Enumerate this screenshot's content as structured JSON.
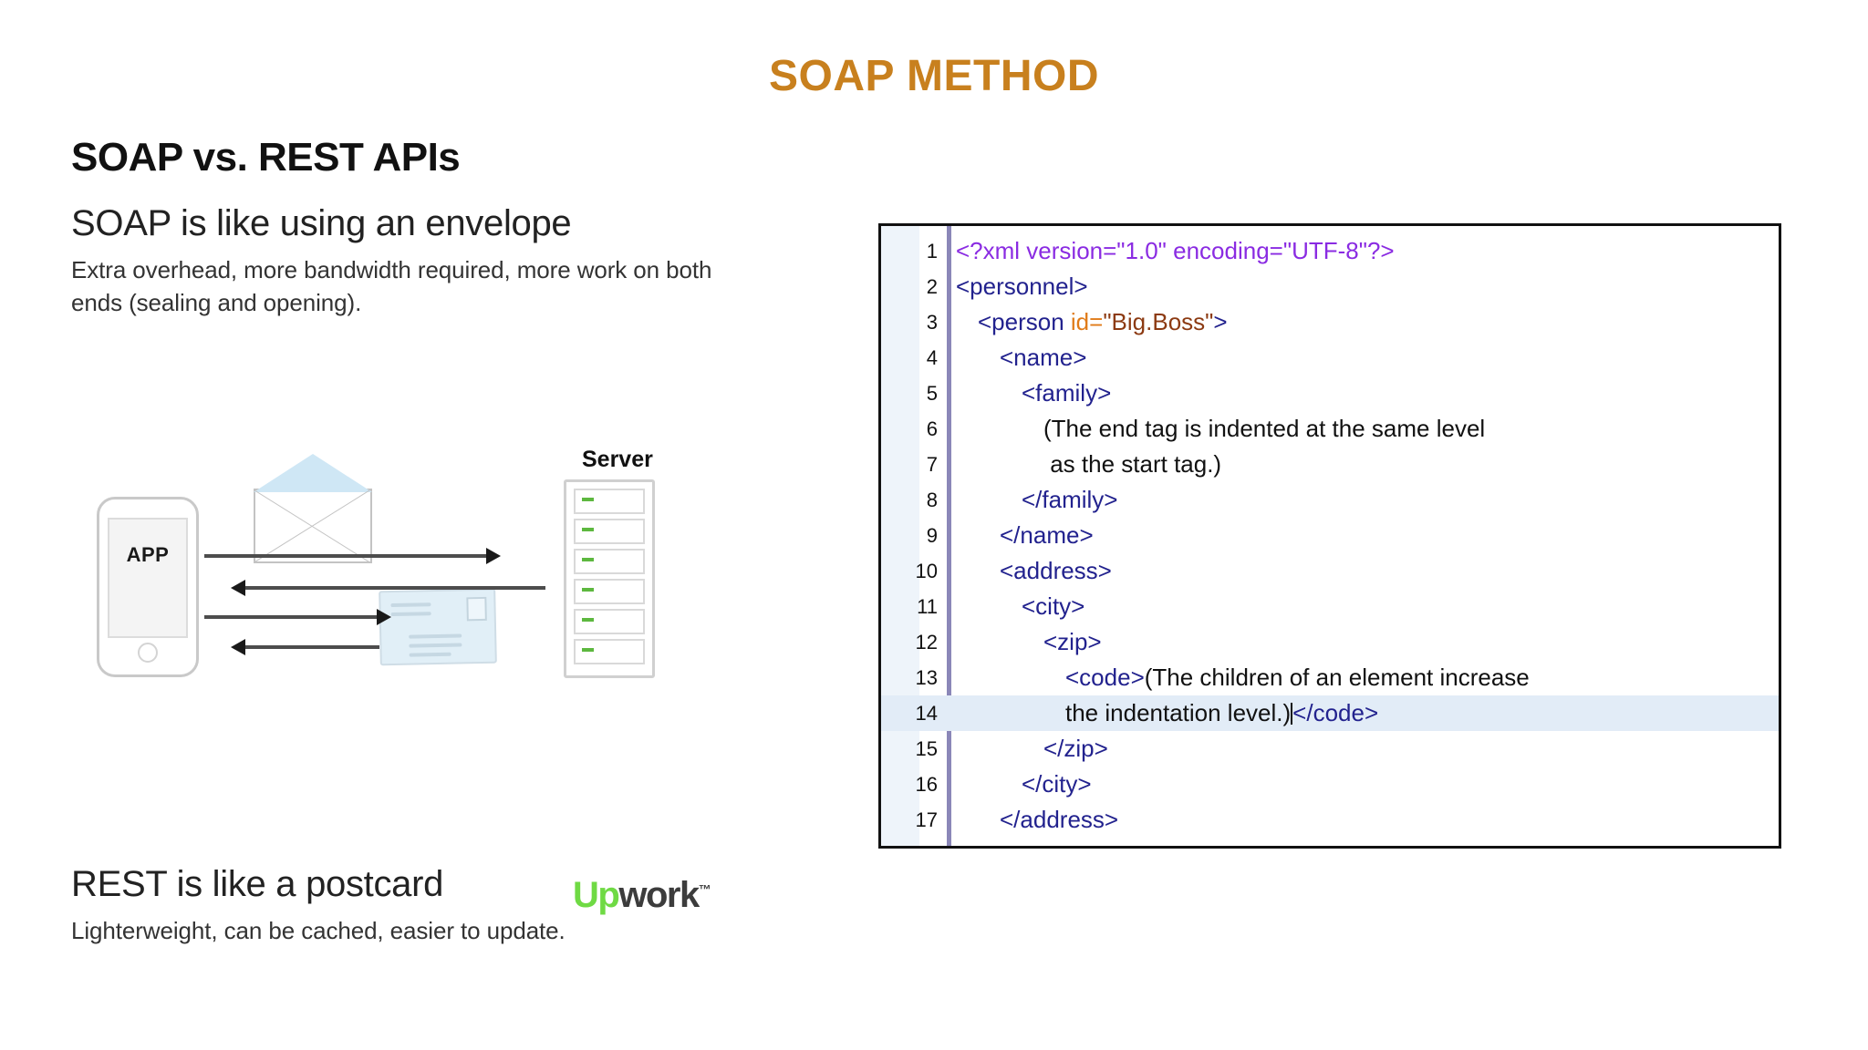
{
  "slide": {
    "title": "SOAP METHOD",
    "title_color": "#C8801E"
  },
  "infographic": {
    "heading": "SOAP vs. REST APIs",
    "soap_subheading": "SOAP is like using an envelope",
    "soap_body": "Extra overhead, more bandwidth required, more work on both ends (sealing and opening).",
    "rest_subheading": "REST is like a postcard",
    "rest_body": "Lighterweight, can be cached, easier to update.",
    "diagram": {
      "server_label": "Server",
      "phone_label": "APP",
      "server_slot_count": 6,
      "led_color": "#5db83f",
      "envelope_flap_color": "#cfe7f5",
      "postcard_color": "#e1eff7"
    },
    "logo": {
      "part1": "Up",
      "part2": "work",
      "trademark": "™",
      "part1_color": "#6FDA44",
      "part2_color": "#3c3c3c"
    }
  },
  "code_panel": {
    "active_line": 14,
    "active_line_bg": "#e2ecf7",
    "gutter_bg": "#eef4fa",
    "divider_color": "#8b87b8",
    "colors": {
      "declaration": "#8A2BE2",
      "tag": "#22228E",
      "attribute": "#E07B18",
      "value": "#8C3A12",
      "text": "#111111"
    },
    "lines": [
      {
        "n": "1",
        "indent": 0,
        "tokens": [
          {
            "t": "decl",
            "s": "<?xml version=\"1.0\" encoding=\"UTF-8\"?>"
          }
        ]
      },
      {
        "n": "2",
        "indent": 0,
        "tokens": [
          {
            "t": "tag",
            "s": "<personnel>"
          }
        ]
      },
      {
        "n": "3",
        "indent": 1,
        "tokens": [
          {
            "t": "tag",
            "s": "<person "
          },
          {
            "t": "attr",
            "s": "id="
          },
          {
            "t": "val",
            "s": "\"Big.Boss\""
          },
          {
            "t": "tag",
            "s": ">"
          }
        ]
      },
      {
        "n": "4",
        "indent": 2,
        "tokens": [
          {
            "t": "tag",
            "s": "<name>"
          }
        ]
      },
      {
        "n": "5",
        "indent": 3,
        "tokens": [
          {
            "t": "tag",
            "s": "<family>"
          }
        ]
      },
      {
        "n": "6",
        "indent": 4,
        "tokens": [
          {
            "t": "text",
            "s": "(The end tag is indented at the same level"
          }
        ]
      },
      {
        "n": "7",
        "indent": 4,
        "tokens": [
          {
            "t": "text",
            "s": " as the start tag.)"
          }
        ]
      },
      {
        "n": "8",
        "indent": 3,
        "tokens": [
          {
            "t": "tag",
            "s": "</family>"
          }
        ]
      },
      {
        "n": "9",
        "indent": 2,
        "tokens": [
          {
            "t": "tag",
            "s": "</name>"
          }
        ]
      },
      {
        "n": "10",
        "indent": 2,
        "tokens": [
          {
            "t": "tag",
            "s": "<address>"
          }
        ]
      },
      {
        "n": "11",
        "indent": 3,
        "tokens": [
          {
            "t": "tag",
            "s": "<city>"
          }
        ]
      },
      {
        "n": "12",
        "indent": 4,
        "tokens": [
          {
            "t": "tag",
            "s": "<zip>"
          }
        ]
      },
      {
        "n": "13",
        "indent": 5,
        "tokens": [
          {
            "t": "tag",
            "s": "<code>"
          },
          {
            "t": "text",
            "s": "(The children of an element increase"
          }
        ]
      },
      {
        "n": "14",
        "indent": 5,
        "tokens": [
          {
            "t": "text",
            "s": "the indentation level.)"
          },
          {
            "t": "caret",
            "s": ""
          },
          {
            "t": "tag",
            "s": "</code>"
          }
        ]
      },
      {
        "n": "15",
        "indent": 4,
        "tokens": [
          {
            "t": "tag",
            "s": "</zip>"
          }
        ]
      },
      {
        "n": "16",
        "indent": 3,
        "tokens": [
          {
            "t": "tag",
            "s": "</city>"
          }
        ]
      },
      {
        "n": "17",
        "indent": 2,
        "tokens": [
          {
            "t": "tag",
            "s": "</address>"
          }
        ]
      }
    ]
  }
}
